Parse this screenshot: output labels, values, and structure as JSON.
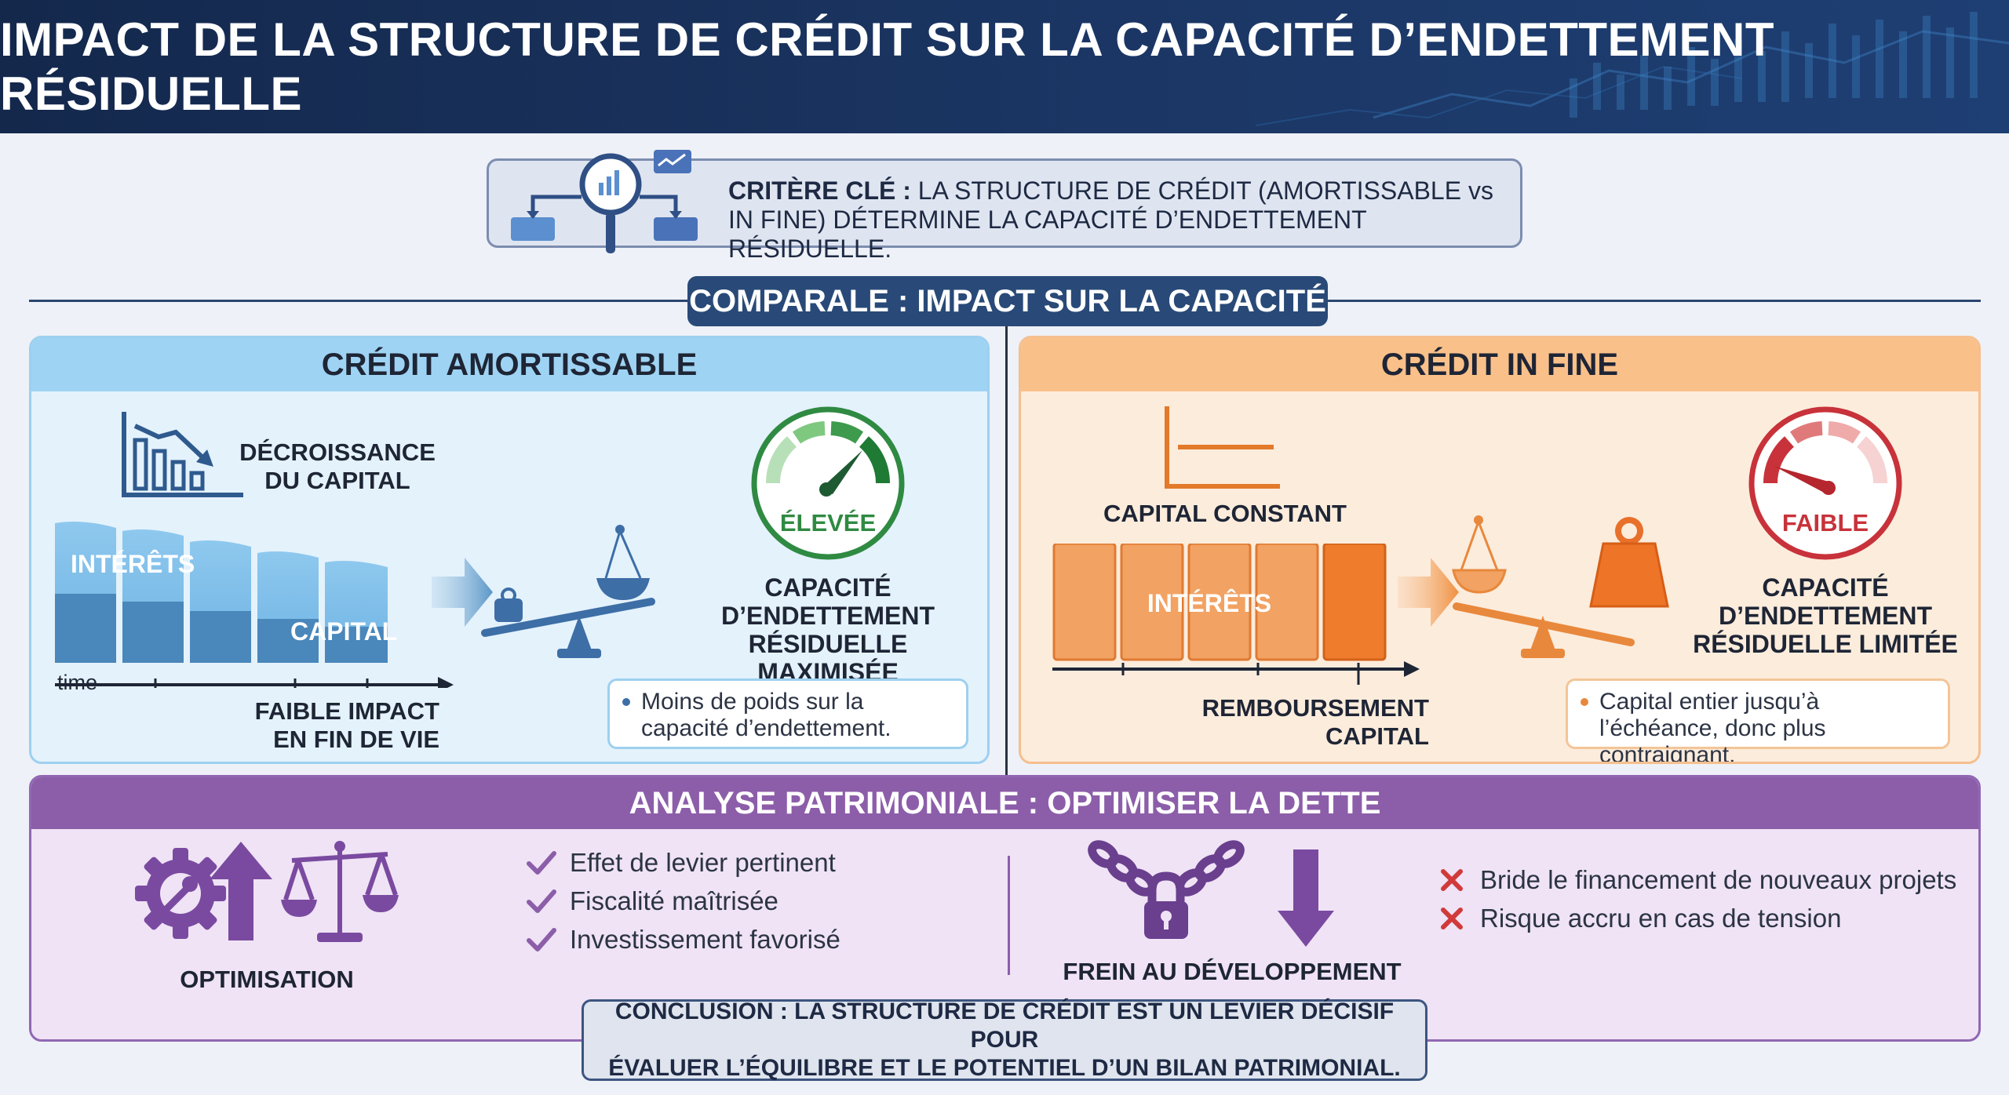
{
  "header": {
    "title": "IMPACT DE LA STRUCTURE DE CRÉDIT SUR LA CAPACITÉ D’ENDETTEMENT RÉSIDUELLE"
  },
  "criterion": {
    "label": "CRITÈRE CLÉ :",
    "text": "LA STRUCTURE DE CRÉDIT (AMORTISSABLE vs IN FINE) DÉTERMINE LA CAPACITÉ D’ENDETTEMENT RÉSIDUELLE."
  },
  "comparison": {
    "title": "COMPARALE : IMPACT SUR LA CAPACITÉ"
  },
  "amortissable": {
    "title": "CRÉDIT AMORTISSABLE",
    "trend_label": "DÉCROISSANCE\nDU CAPITAL",
    "interest_label": "INTÉRÊTS",
    "capital_label": "CAPITAL",
    "axis_label": "time",
    "end_label": "FAIBLE IMPACT\nEN FIN DE VIE",
    "gauge_label": "ÉLEVÉE",
    "capacity_label": "CAPACITÉ\nD’ENDETTEMENT\nRÉSIDUELLE MAXIMISÉE",
    "note": "Moins de poids sur la capacité d’endettement.",
    "color": "#2f8a42"
  },
  "infine": {
    "title": "CRÉDIT IN FINE",
    "capital_label": "CAPITAL CONSTANT",
    "interest_label": "INTÉRÊTS",
    "repay_label": "REMBOURSEMENT\nCAPITAL",
    "gauge_label": "FAIBLE",
    "capacity_label": "CAPACITÉ\nD’ENDETTEMENT\nRÉSIDUELLE LIMITÉE",
    "note": "Capital entier jusqu’à l’échéance, donc plus contraignant.",
    "color": "#c8323a"
  },
  "analysis": {
    "title": "ANALYSE PATRIMONIALE : OPTIMISER LA DETTE",
    "optimisation_label": "OPTIMISATION",
    "pros": [
      "Effet de levier pertinent",
      "Fiscalité maîtrisée",
      "Investissement favorisé"
    ],
    "brake_label": "FREIN AU DÉVELOPPEMENT",
    "cons": [
      "Bride le financement de nouveaux projets",
      "Risque accru en cas de tension"
    ]
  },
  "conclusion": {
    "text": "CONCLUSION : LA STRUCTURE DE CRÉDIT EST UN LEVIER DÉCISIF POUR\nÉVALUER L’ÉQUILIBRE ET LE POTENTIEL D’UN BILAN PATRIMONIAL."
  },
  "icons": {
    "criterion": "magnifier-chart-flow-icon",
    "trend": "declining-bar-chart-icon",
    "capital": "flat-line-chart-icon",
    "scale": "balance-scale-icon",
    "weight": "kettlebell-weight-icon",
    "gear": "gear-wrench-icon",
    "up": "arrow-up-icon",
    "justice": "justice-scale-icon",
    "chain": "chain-padlock-icon",
    "down": "arrow-down-icon",
    "check": "check-icon",
    "cross": "cross-icon"
  }
}
